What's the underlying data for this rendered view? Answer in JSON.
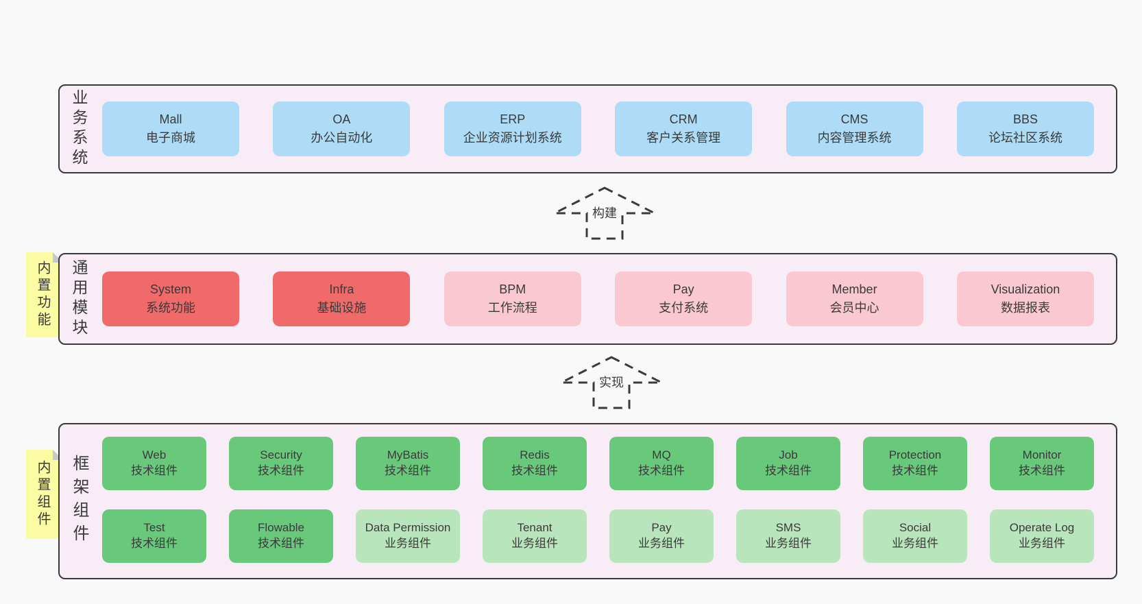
{
  "palette": {
    "page_bg": "#f9f9f9",
    "panel_bg": "#f8edf6",
    "panel_border": "#3a3a3a",
    "node_blue": "#aedcf6",
    "node_red": "#f06a6a",
    "node_pink": "#f9c8d1",
    "node_green": "#68c97b",
    "node_green_light": "#b9e5bd",
    "note_yellow": "#fbfba4",
    "note_fold": "#c8c8c8",
    "text": "#3a3a3a"
  },
  "arrows": {
    "build": "构建",
    "implement": "实现"
  },
  "sections": {
    "business": {
      "label": "业务系统",
      "boxes": [
        {
          "title": "Mall",
          "subtitle": "电子商城"
        },
        {
          "title": "OA",
          "subtitle": "办公自动化"
        },
        {
          "title": "ERP",
          "subtitle": "企业资源计划系统"
        },
        {
          "title": "CRM",
          "subtitle": "客户关系管理"
        },
        {
          "title": "CMS",
          "subtitle": "内容管理系统"
        },
        {
          "title": "BBS",
          "subtitle": "论坛社区系统"
        }
      ]
    },
    "modules": {
      "label": "通用模块",
      "note": "内置功能",
      "boxes": [
        {
          "title": "System",
          "subtitle": "系统功能"
        },
        {
          "title": "Infra",
          "subtitle": "基础设施"
        },
        {
          "title": "BPM",
          "subtitle": "工作流程"
        },
        {
          "title": "Pay",
          "subtitle": "支付系统"
        },
        {
          "title": "Member",
          "subtitle": "会员中心"
        },
        {
          "title": "Visualization",
          "subtitle": "数据报表"
        }
      ]
    },
    "components": {
      "label": "框架组件",
      "note": "内置组件",
      "row1": [
        {
          "title": "Web",
          "subtitle": "技术组件"
        },
        {
          "title": "Security",
          "subtitle": "技术组件"
        },
        {
          "title": "MyBatis",
          "subtitle": "技术组件"
        },
        {
          "title": "Redis",
          "subtitle": "技术组件"
        },
        {
          "title": "MQ",
          "subtitle": "技术组件"
        },
        {
          "title": "Job",
          "subtitle": "技术组件"
        },
        {
          "title": "Protection",
          "subtitle": "技术组件"
        },
        {
          "title": "Monitor",
          "subtitle": "技术组件"
        }
      ],
      "row2": [
        {
          "title": "Test",
          "subtitle": "技术组件"
        },
        {
          "title": "Flowable",
          "subtitle": "技术组件"
        },
        {
          "title": "Data Permission",
          "subtitle": "业务组件"
        },
        {
          "title": "Tenant",
          "subtitle": "业务组件"
        },
        {
          "title": "Pay",
          "subtitle": "业务组件"
        },
        {
          "title": "SMS",
          "subtitle": "业务组件"
        },
        {
          "title": "Social",
          "subtitle": "业务组件"
        },
        {
          "title": "Operate Log",
          "subtitle": "业务组件"
        }
      ]
    }
  }
}
